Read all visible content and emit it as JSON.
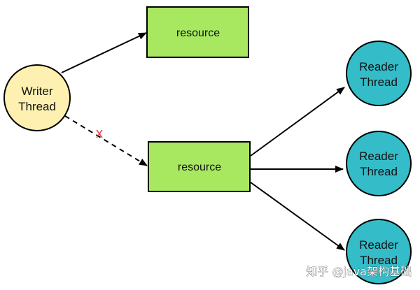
{
  "diagram": {
    "colors": {
      "writer_fill": "#FDF0B0",
      "resource_fill": "#A8E861",
      "reader_fill": "#34BCC8",
      "stroke": "#000000",
      "cross_mark": "#E8434A",
      "watermark": "#FFFFFF"
    },
    "nodes": {
      "writer": {
        "line1": "Writer",
        "line2": "Thread"
      },
      "resource_top": {
        "label": "resource"
      },
      "resource_bottom": {
        "label": "resource"
      },
      "reader_1": {
        "line1": "Reader",
        "line2": "Thread"
      },
      "reader_2": {
        "line1": "Reader",
        "line2": "Thread"
      },
      "reader_3": {
        "line1": "Reader",
        "line2": "Thread"
      }
    },
    "edges": [
      {
        "from": "writer",
        "to": "resource_top",
        "style": "solid"
      },
      {
        "from": "writer",
        "to": "resource_bottom",
        "style": "dashed",
        "blocked": true
      },
      {
        "from": "resource_bottom",
        "to": "reader_1",
        "style": "solid"
      },
      {
        "from": "resource_bottom",
        "to": "reader_2",
        "style": "solid"
      },
      {
        "from": "resource_bottom",
        "to": "reader_3",
        "style": "solid"
      }
    ],
    "blocked_mark": "x",
    "watermark": "知乎 @java架构基础"
  }
}
